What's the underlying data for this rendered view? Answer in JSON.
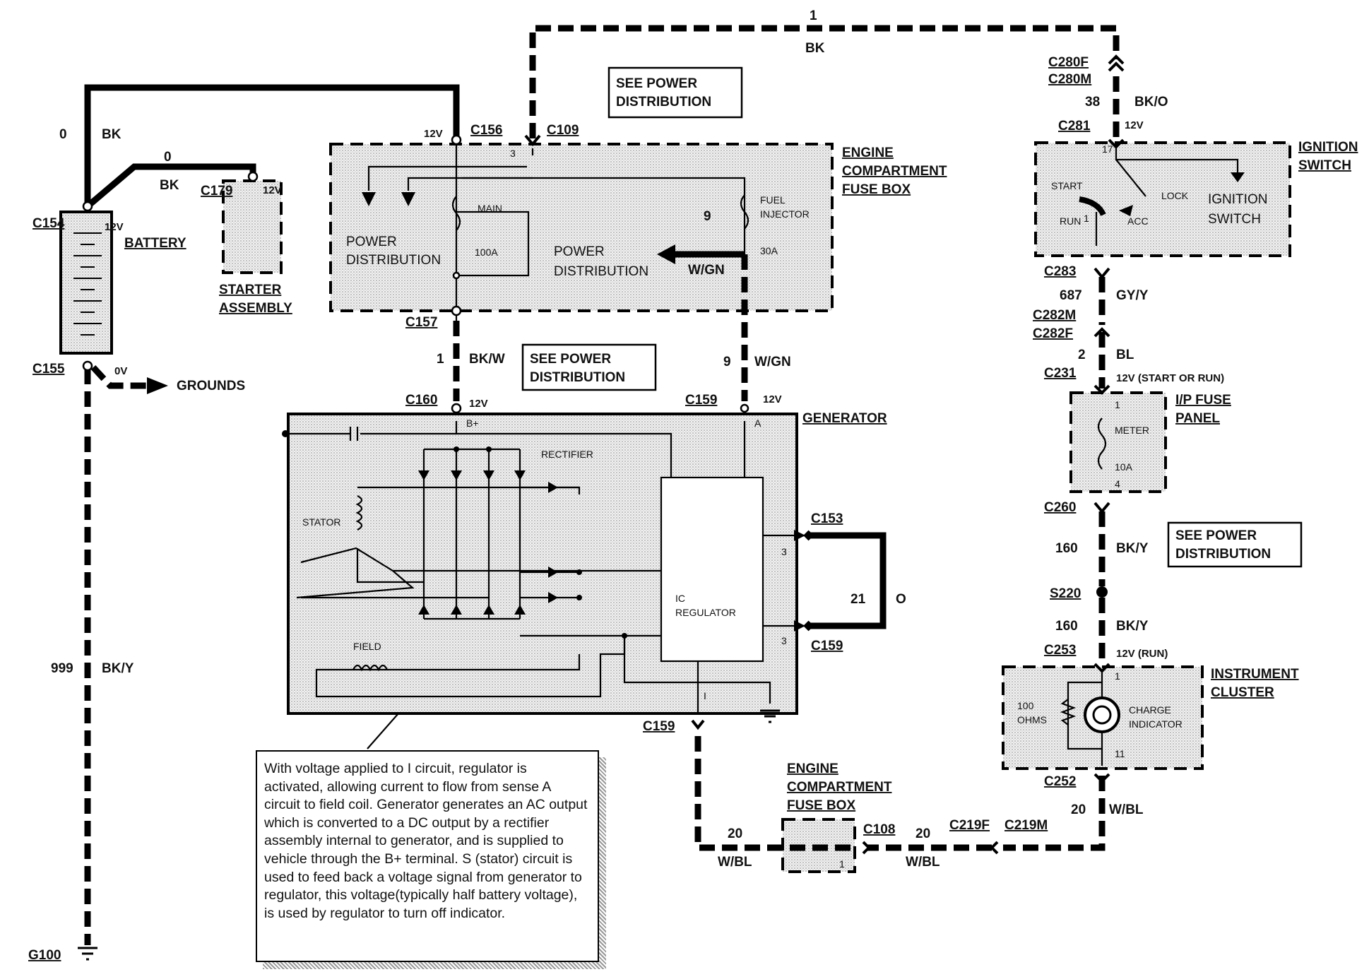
{
  "labels": {
    "c156": "C156",
    "c109": "C109",
    "c154": "C154",
    "c155": "C155",
    "c179": "C179",
    "c157": "C157",
    "c160": "C160",
    "c159_top": "C159",
    "c153": "C153",
    "c159_mid": "C159",
    "c159_bot": "C159",
    "c108": "C108",
    "c219f": "C219F",
    "c219m": "C219M",
    "c280f": "C280F",
    "c280m": "C280M",
    "c281": "C281",
    "c283": "C283",
    "c282m": "C282M",
    "c282f": "C282F",
    "c231": "C231",
    "c260": "C260",
    "s220": "S220",
    "c253": "C253",
    "c252": "C252",
    "g100": "G100"
  },
  "wires": {
    "w0a_num": "0",
    "w0a_color": "BK",
    "w0b_num": "0",
    "w0b_color": "BK",
    "w1top_num": "1",
    "w1top_color": "BK",
    "w38_num": "38",
    "w38_color": "BK/O",
    "w687_num": "687",
    "w687_color": "GY/Y",
    "w2_num": "2",
    "w2_color": "BL",
    "w160a_num": "160",
    "w160a_color": "BK/Y",
    "w160b_num": "160",
    "w160b_color": "BK/Y",
    "w20a_num": "20",
    "w20a_color": "W/BL",
    "w20b_num": "20",
    "w20b_color": "W/BL",
    "w20c_num": "20",
    "w20c_color": "W/BL",
    "w999_num": "999",
    "w999_color": "BK/Y",
    "w1_num": "1",
    "w1_color": "BK/W",
    "w9a_num": "9",
    "w9a_color": "W/GN",
    "w9b_num": "9",
    "w9b_color": "W/GN",
    "w21_num": "21",
    "w21_color": "O"
  },
  "voltages": {
    "v_c156": "12V",
    "v_c154": "12V",
    "v_c179": "12V",
    "v_c155": "0V",
    "v_c160": "12V",
    "v_c159": "12V",
    "v_c281": "12V",
    "v_c231": "12V (START OR RUN)",
    "v_c253": "12V (RUN)"
  },
  "components": {
    "battery": "BATTERY",
    "starter_1": "STARTER",
    "starter_2": "ASSEMBLY",
    "grounds": "GROUNDS",
    "ecfb_1": "ENGINE",
    "ecfb_2": "COMPARTMENT",
    "ecfb_3": "FUSE BOX",
    "ecfb2_1": "ENGINE",
    "ecfb2_2": "COMPARTMENT",
    "ecfb2_3": "FUSE BOX",
    "generator": "GENERATOR",
    "ign_1": "IGNITION",
    "ign_2": "SWITCH",
    "ipfuse_1": "I/P FUSE",
    "ipfuse_2": "PANEL",
    "cluster_1": "INSTRUMENT",
    "cluster_2": "CLUSTER"
  },
  "see_power": {
    "top_1": "SEE POWER",
    "top_2": "DISTRIBUTION",
    "mid_1": "SEE POWER",
    "mid_2": "DISTRIBUTION",
    "right_1": "SEE POWER",
    "right_2": "DISTRIBUTION"
  },
  "inner": {
    "main": "MAIN",
    "main_amp": "100A",
    "fuel_1": "FUEL",
    "fuel_2": "INJECTOR",
    "fuel_amp": "30A",
    "pd1_1": "POWER",
    "pd1_2": "DISTRIBUTION",
    "pd2_1": "POWER",
    "pd2_2": "DISTRIBUTION",
    "pin3": "3",
    "bplus": "B+",
    "a": "A",
    "rectifier": "RECTIFIER",
    "stator": "STATOR",
    "field": "FIELD",
    "ic": "IC",
    "regulator": "REGULATOR",
    "pin_s": "3",
    "pin_i": "3",
    "pin_i2": "I",
    "start": "START",
    "run": "RUN",
    "lock": "LOCK",
    "acc": "ACC",
    "ign_1": "IGNITION",
    "ign_2": "SWITCH",
    "ign_pin1": "1",
    "ign_pin17": "17",
    "meter": "METER",
    "meter_amp": "10A",
    "fuse_pin1": "1",
    "fuse_pin4": "4",
    "ohms_1": "100",
    "ohms_2": "OHMS",
    "charge_1": "CHARGE",
    "charge_2": "INDICATOR",
    "clu_pin1": "1",
    "clu_pin11": "11",
    "ecf_pin": "1"
  },
  "note": "With voltage applied to I circuit, regulator is activated, allowing current to flow from sense A circuit to field coil. Generator generates an AC output which is converted to a DC output by a rectifier assembly internal to generator, and is supplied to vehicle through the B+ terminal.  S (stator) circuit is used to feed back a voltage signal from generator to regulator, this voltage(typically half battery voltage), is used by regulator to turn off indicator."
}
